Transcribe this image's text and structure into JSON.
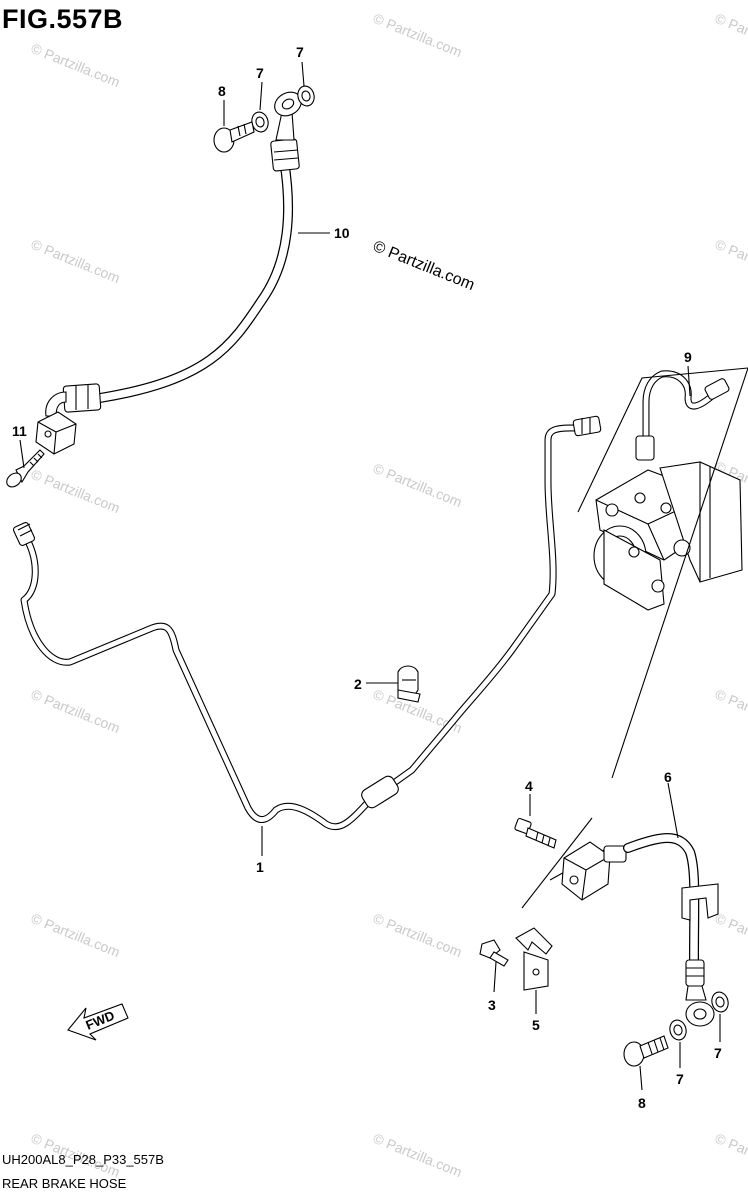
{
  "figure": {
    "title": "FIG.557B",
    "code": "UH200AL8_P28_P33_557B",
    "caption": "REAR BRAKE HOSE"
  },
  "watermark": {
    "text": "© Partzilla.com"
  },
  "direction_indicator": {
    "text": "FWD"
  },
  "callouts": [
    {
      "id": "callout-1",
      "label": "1"
    },
    {
      "id": "callout-2",
      "label": "2"
    },
    {
      "id": "callout-3",
      "label": "3"
    },
    {
      "id": "callout-4",
      "label": "4"
    },
    {
      "id": "callout-5",
      "label": "5"
    },
    {
      "id": "callout-6",
      "label": "6"
    },
    {
      "id": "callout-7a",
      "label": "7"
    },
    {
      "id": "callout-7b",
      "label": "7"
    },
    {
      "id": "callout-7c",
      "label": "7"
    },
    {
      "id": "callout-7d",
      "label": "7"
    },
    {
      "id": "callout-8a",
      "label": "8"
    },
    {
      "id": "callout-8b",
      "label": "8"
    },
    {
      "id": "callout-9",
      "label": "9"
    },
    {
      "id": "callout-10",
      "label": "10"
    },
    {
      "id": "callout-11",
      "label": "11"
    }
  ]
}
